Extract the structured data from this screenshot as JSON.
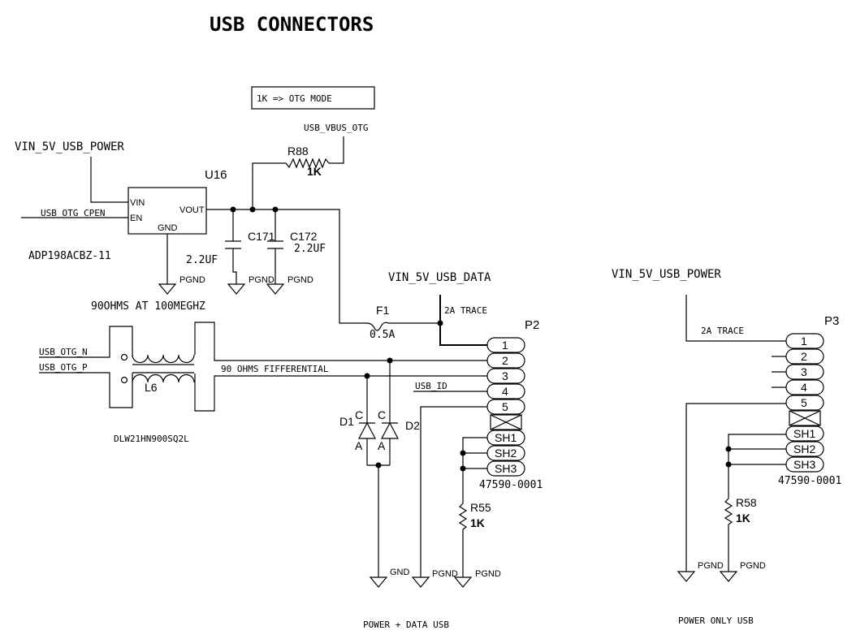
{
  "title": "USB CONNECTORS",
  "note_box": "1K   => OTG MODE",
  "nets": {
    "vin_power_left": "VIN_5V_USB_POWER",
    "otg_cpen": "USB_OTG_CPEN",
    "vbus_otg": "USB_VBUS_OTG",
    "vin_data": "VIN_5V_USB_DATA",
    "otg_n": "USB_OTG_N",
    "otg_p": "USB_OTG_P",
    "usb_id": "USB_ID",
    "vin_power_right": "VIN_5V_USB_POWER"
  },
  "u16": {
    "ref": "U16",
    "part": "ADP198ACBZ-11",
    "pins": {
      "vin": "VIN",
      "en": "EN",
      "gnd": "GND",
      "vout": "VOUT"
    }
  },
  "r88": {
    "ref": "R88",
    "value": "1K"
  },
  "c171": {
    "ref": "C171",
    "value": "2.2UF"
  },
  "c172": {
    "ref": "C172",
    "value": "2.2UF"
  },
  "grounds": {
    "pgnd": "PGND",
    "gnd": "GND"
  },
  "l6": {
    "ref": "L6",
    "spec": "90OHMS AT 100MEGHZ",
    "part": "DLW21HN900SQ2L"
  },
  "diff_note": "90 OHMS FIFFERENTIAL",
  "f1": {
    "ref": "F1",
    "value": "0.5A"
  },
  "trace_note": "2A TRACE",
  "d1": {
    "ref": "D1",
    "cathode": "C",
    "anode": "A"
  },
  "d2": {
    "ref": "D2",
    "cathode": "C",
    "anode": "A"
  },
  "p2": {
    "ref": "P2",
    "part": "47590-0001",
    "pins": [
      "1",
      "2",
      "3",
      "4",
      "5",
      "SH1",
      "SH2",
      "SH3"
    ]
  },
  "r55": {
    "ref": "R55",
    "value": "1K"
  },
  "p3": {
    "ref": "P3",
    "part": "47590-0001",
    "pins": [
      "1",
      "2",
      "3",
      "4",
      "5",
      "SH1",
      "SH2",
      "SH3"
    ]
  },
  "r58": {
    "ref": "R58",
    "value": "1K"
  },
  "captions": {
    "left": "POWER + DATA USB",
    "right": "POWER ONLY USB"
  }
}
